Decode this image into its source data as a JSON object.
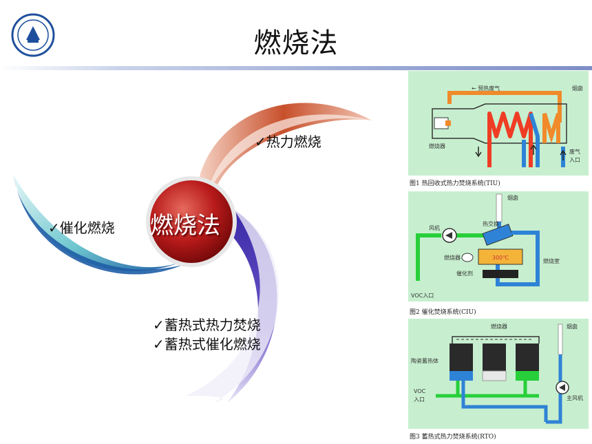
{
  "slide": {
    "title": "燃烧法"
  },
  "center": {
    "label": "燃烧法"
  },
  "branches": {
    "thermal": "✓热力燃烧",
    "catalytic": "✓催化燃烧",
    "regen_thermal": "✓蓄热式热力焚烧",
    "regen_catalytic": "✓蓄热式催化燃烧"
  },
  "figures": [
    {
      "caption": "图1 热回收式热力焚烧系统(TIU)",
      "labels": {
        "preheat": "← 预热废气",
        "chimney": "烟囱",
        "burner": "燃烧器",
        "waste_gas": "废气",
        "inlet": "入口"
      }
    },
    {
      "caption": "图2 催化焚烧系统(CIU)",
      "labels": {
        "chimney": "烟囱",
        "fan": "风机",
        "exchanger": "热交换",
        "burner": "燃烧器",
        "temp": "300℃",
        "chamber": "燃烧室",
        "catalyst": "催化剂",
        "voc_in": "VOC入口"
      }
    },
    {
      "caption": "图3 蓄热式热力焚烧系统(RTO)",
      "labels": {
        "burner": "燃烧器",
        "chimney": "烟囱",
        "ceramic": "陶瓷蓄热体",
        "voc": "VOC",
        "inlet": "入口",
        "main_fan": "主风机"
      }
    }
  ],
  "colors": {
    "panel_bg": "#c7efcf",
    "hot_pipe": "#ef3c24",
    "cold_pipe": "#2f83d6",
    "preheat_pipe": "#f08a2a",
    "flow_green": "#27cf3a",
    "center_red": "#b81a1a"
  }
}
